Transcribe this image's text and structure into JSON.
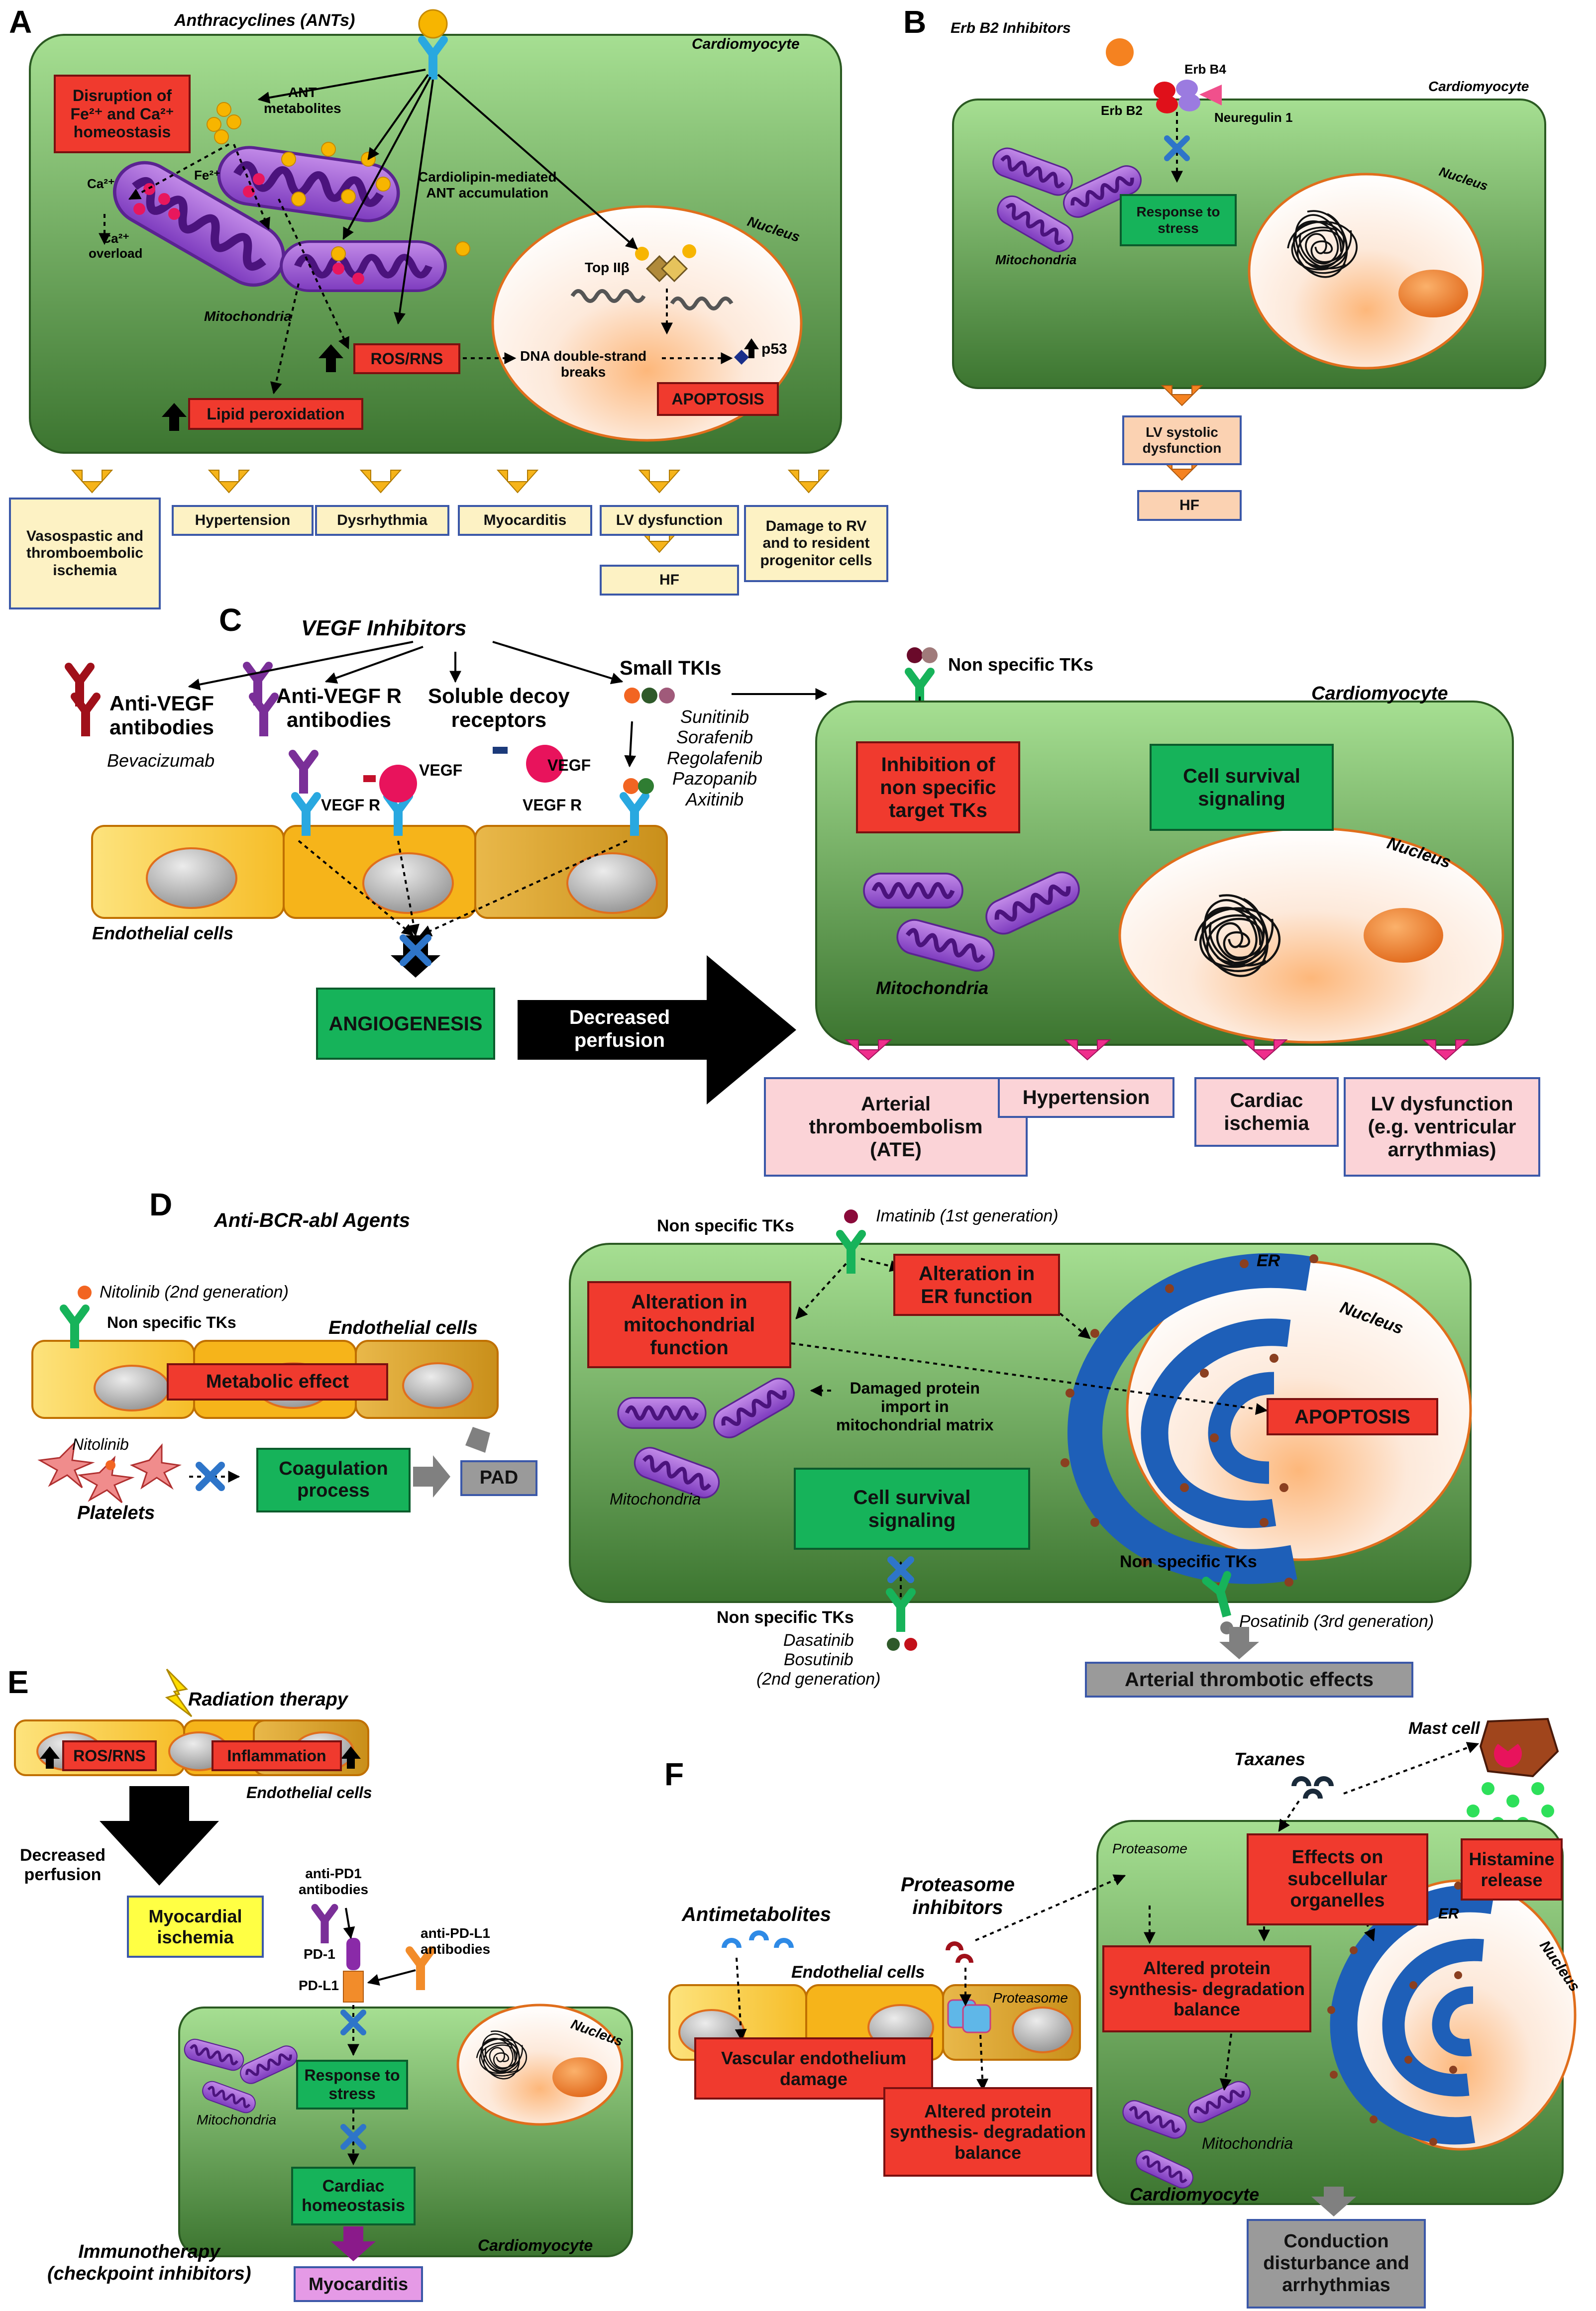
{
  "panels": {
    "A": {
      "letter": "A",
      "title": "Anthracyclines (ANTs)",
      "cell_label": "Cardiomyocyte",
      "labels": {
        "ant_metabolites": "ANT\nmetabolites",
        "ca1": "Ca²⁺",
        "fe": "Fe²⁺",
        "ca_overload": "Ca²⁺\noverload",
        "cardiolipin": "Cardiolipin-mediated\nANT accumulation",
        "mitochondria": "Mitochondria",
        "nucleus": "Nucleus",
        "top2b": "Top IIβ",
        "dsb": "DNA double-strand\nbreaks",
        "p53": "p53"
      },
      "boxes": {
        "disruption": "Disruption of\nFe²⁺ and Ca²⁺\nhomeostasis",
        "ros": "ROS/RNS",
        "lipid": "Lipid peroxidation",
        "apoptosis": "APOPTOSIS"
      },
      "outcomes": [
        "Vasospastic and\nthromboembolic\nischemia",
        "Hypertension",
        "Dysrhythmia",
        "Myocarditis",
        "LV dysfunction",
        "Damage to RV\nand to resident\nprogenitor cells"
      ],
      "hf": "HF"
    },
    "B": {
      "letter": "B",
      "title": "Erb B2 Inhibitors",
      "cell_label": "Cardiomyocyte",
      "labels": {
        "erbb4": "Erb B4",
        "erbb2": "Erb B2",
        "neuregulin": "Neuregulin 1",
        "nucleus": "Nucleus",
        "mitochondria": "Mitochondria"
      },
      "boxes": {
        "response": "Response to\nstress"
      },
      "outcomes": [
        "LV systolic\ndysfunction",
        "HF"
      ]
    },
    "C": {
      "letter": "C",
      "title": "VEGF Inhibitors",
      "labels": {
        "anti_vegf": "Anti-VEGF\nantibodies",
        "bevacizumab": "Bevacizumab",
        "anti_vegfr": "Anti-VEGF R\nantibodies",
        "decoy": "Soluble decoy\nreceptors",
        "small_tkis": "Small TKIs",
        "tki_list": "Sunitinib\nSorafenib\nRegolafenib\nPazopanib\nAxitinib",
        "vegf1": "VEGF",
        "vegf2": "VEGF",
        "vegfr1": "VEGF R",
        "vegfr2": "VEGF R",
        "endothelial": "Endothelial cells",
        "nonspecific": "Non specific TKs",
        "cell_label": "Cardiomyocyte",
        "nucleus": "Nucleus",
        "mitochondria": "Mitochondria"
      },
      "boxes": {
        "angiogenesis": "ANGIOGENESIS",
        "perfusion": "Decreased\nperfusion",
        "inhibition": "Inhibition of\nnon specific\ntarget TKs",
        "survival": "Cell survival\nsignaling"
      },
      "outcomes": [
        "Arterial\nthromboembolism\n(ATE)",
        "Hypertension",
        "Cardiac\nischemia",
        "LV dysfunction\n(e.g. ventricular\narrythmias)"
      ]
    },
    "D": {
      "letter": "D",
      "title": "Anti-BCR-abl Agents",
      "labels": {
        "nitolinib2": "Nitolinib (2nd generation)",
        "nonspecific_left": "Non specific TKs",
        "endothelial": "Endothelial cells",
        "nitolinib": "Nitolinib",
        "platelets": "Platelets",
        "nonspecific_top": "Non specific TKs",
        "imatinib": "Imatinib (1st generation)",
        "er": "ER",
        "nucleus": "Nucleus",
        "damaged": "Damaged protein\nimport in\nmitochondrial matrix",
        "mitochondria": "Mitochondria",
        "nonspecific_bottom_right": "Non specific TKs",
        "nonspecific_bottom": "Non specific TKs",
        "dasatinib": "Dasatinib\nBosutinib\n(2nd generation)",
        "posatinib": "Posatinib (3rd generation)"
      },
      "boxes": {
        "metabolic": "Metabolic effect",
        "coagulation": "Coagulation\nprocess",
        "pad": "PAD",
        "mito_alt": "Alteration in\nmitochondrial\nfunction",
        "er_alt": "Alteration in\nER function",
        "apoptosis": "APOPTOSIS",
        "survival": "Cell survival\nsignaling",
        "thrombotic": "Arterial thrombotic effects"
      }
    },
    "E": {
      "letter": "E",
      "title": "Radiation therapy",
      "labels": {
        "endothelial": "Endothelial cells",
        "decreased": "Decreased\nperfusion",
        "anti_pd1": "anti-PD1\nantibodies",
        "pd1": "PD-1",
        "pdl1": "PD-L1",
        "anti_pdl1": "anti-PD-L1\nantibodies",
        "nucleus": "Nucleus",
        "mitochondria": "Mitochondria",
        "cell_label": "Cardiomyocyte",
        "immuno": "Immunotherapy\n(checkpoint inhibitors)"
      },
      "boxes": {
        "ros": "ROS/RNS",
        "inflammation": "Inflammation",
        "ischemia": "Myocardial\nischemia",
        "response": "Response to\nstress",
        "homeostasis": "Cardiac\nhomeostasis",
        "myocarditis": "Myocarditis"
      }
    },
    "F": {
      "letter": "F",
      "labels": {
        "taxanes": "Taxanes",
        "mast": "Mast cell",
        "antimetabolites": "Antimetabolites",
        "proteasome_inh": "Proteasome\ninhibitors",
        "endothelial": "Endothelial cells",
        "proteasome1": "Proteasome",
        "proteasome2": "Proteasome",
        "er": "ER",
        "nucleus": "Nucleus",
        "mitochondria": "Mitochondria",
        "cell_label": "Cardiomyocyte"
      },
      "boxes": {
        "subcellular": "Effects on\nsubcellular\norganelles",
        "histamine": "Histamine\nrelease",
        "vascular": "Vascular endothelium\ndamage",
        "altered1": "Altered protein\nsynthesis- degradation\nbalance",
        "altered2": "Altered protein\nsynthesis- degradation\nbalance",
        "conduction": "Conduction\ndisturbance and\narrhythmias"
      }
    }
  },
  "colors": {
    "cell_green_top": "#9fdb8e",
    "cell_green_bottom": "#3f7a32",
    "red_box": "#f03a2e",
    "green_box": "#16b35a",
    "mito_purple": "#a05ad6",
    "nucleus_orange": "#f07d22",
    "receptor_blue": "#29a8e0",
    "receptor_green": "#17b35a"
  }
}
